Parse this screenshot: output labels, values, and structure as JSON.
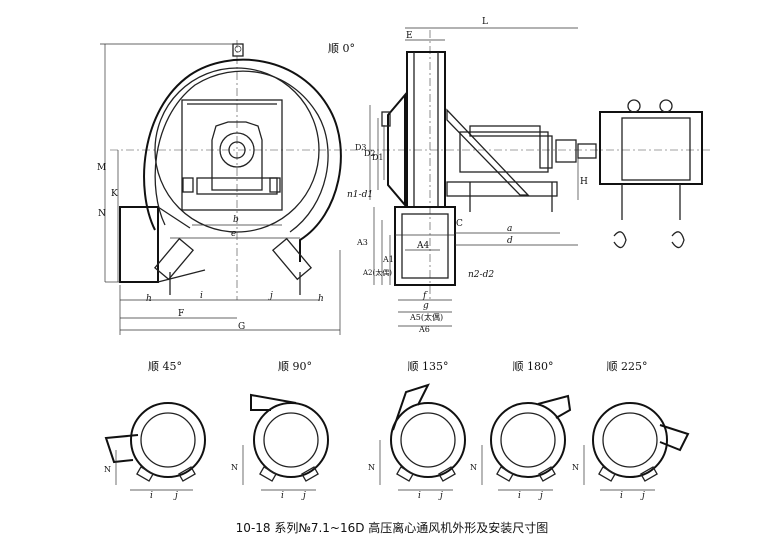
{
  "caption": "10-18 系列№7.1~16D 高压离心通风机外形及安装尺寸图",
  "main_view": {
    "rotation_label": "顺 0°",
    "labels": {
      "M": "M",
      "K": "K",
      "N": "N",
      "h_left": "h",
      "i": "i",
      "j": "j",
      "h_right": "h",
      "F": "F",
      "G": "G",
      "b": "b",
      "e": "e"
    }
  },
  "side_view": {
    "labels": {
      "E": "E",
      "L": "L",
      "D3": "D3",
      "D2": "D2",
      "D1": "D1",
      "n1d1": "n1-d1",
      "A3": "A3",
      "A2": "A2(太偶)",
      "A1": "A1",
      "A4": "A4",
      "C": "C",
      "a": "a",
      "d": "d",
      "H": "H",
      "n2d2": "n2-d2",
      "f": "f",
      "g": "g",
      "A5": "A5(太偶)",
      "A6": "A6"
    }
  },
  "small_views": [
    {
      "label": "顺 45°",
      "N": "N",
      "i": "i",
      "j": "j"
    },
    {
      "label": "顺 90°",
      "N": "N",
      "i": "i",
      "j": "j"
    },
    {
      "label": "顺 135°",
      "N": "N",
      "i": "i",
      "j": "j"
    },
    {
      "label": "顺 180°",
      "N": "N",
      "i": "i",
      "j": "j"
    },
    {
      "label": "顺 225°",
      "N": "N",
      "i": "i",
      "j": "j"
    }
  ]
}
